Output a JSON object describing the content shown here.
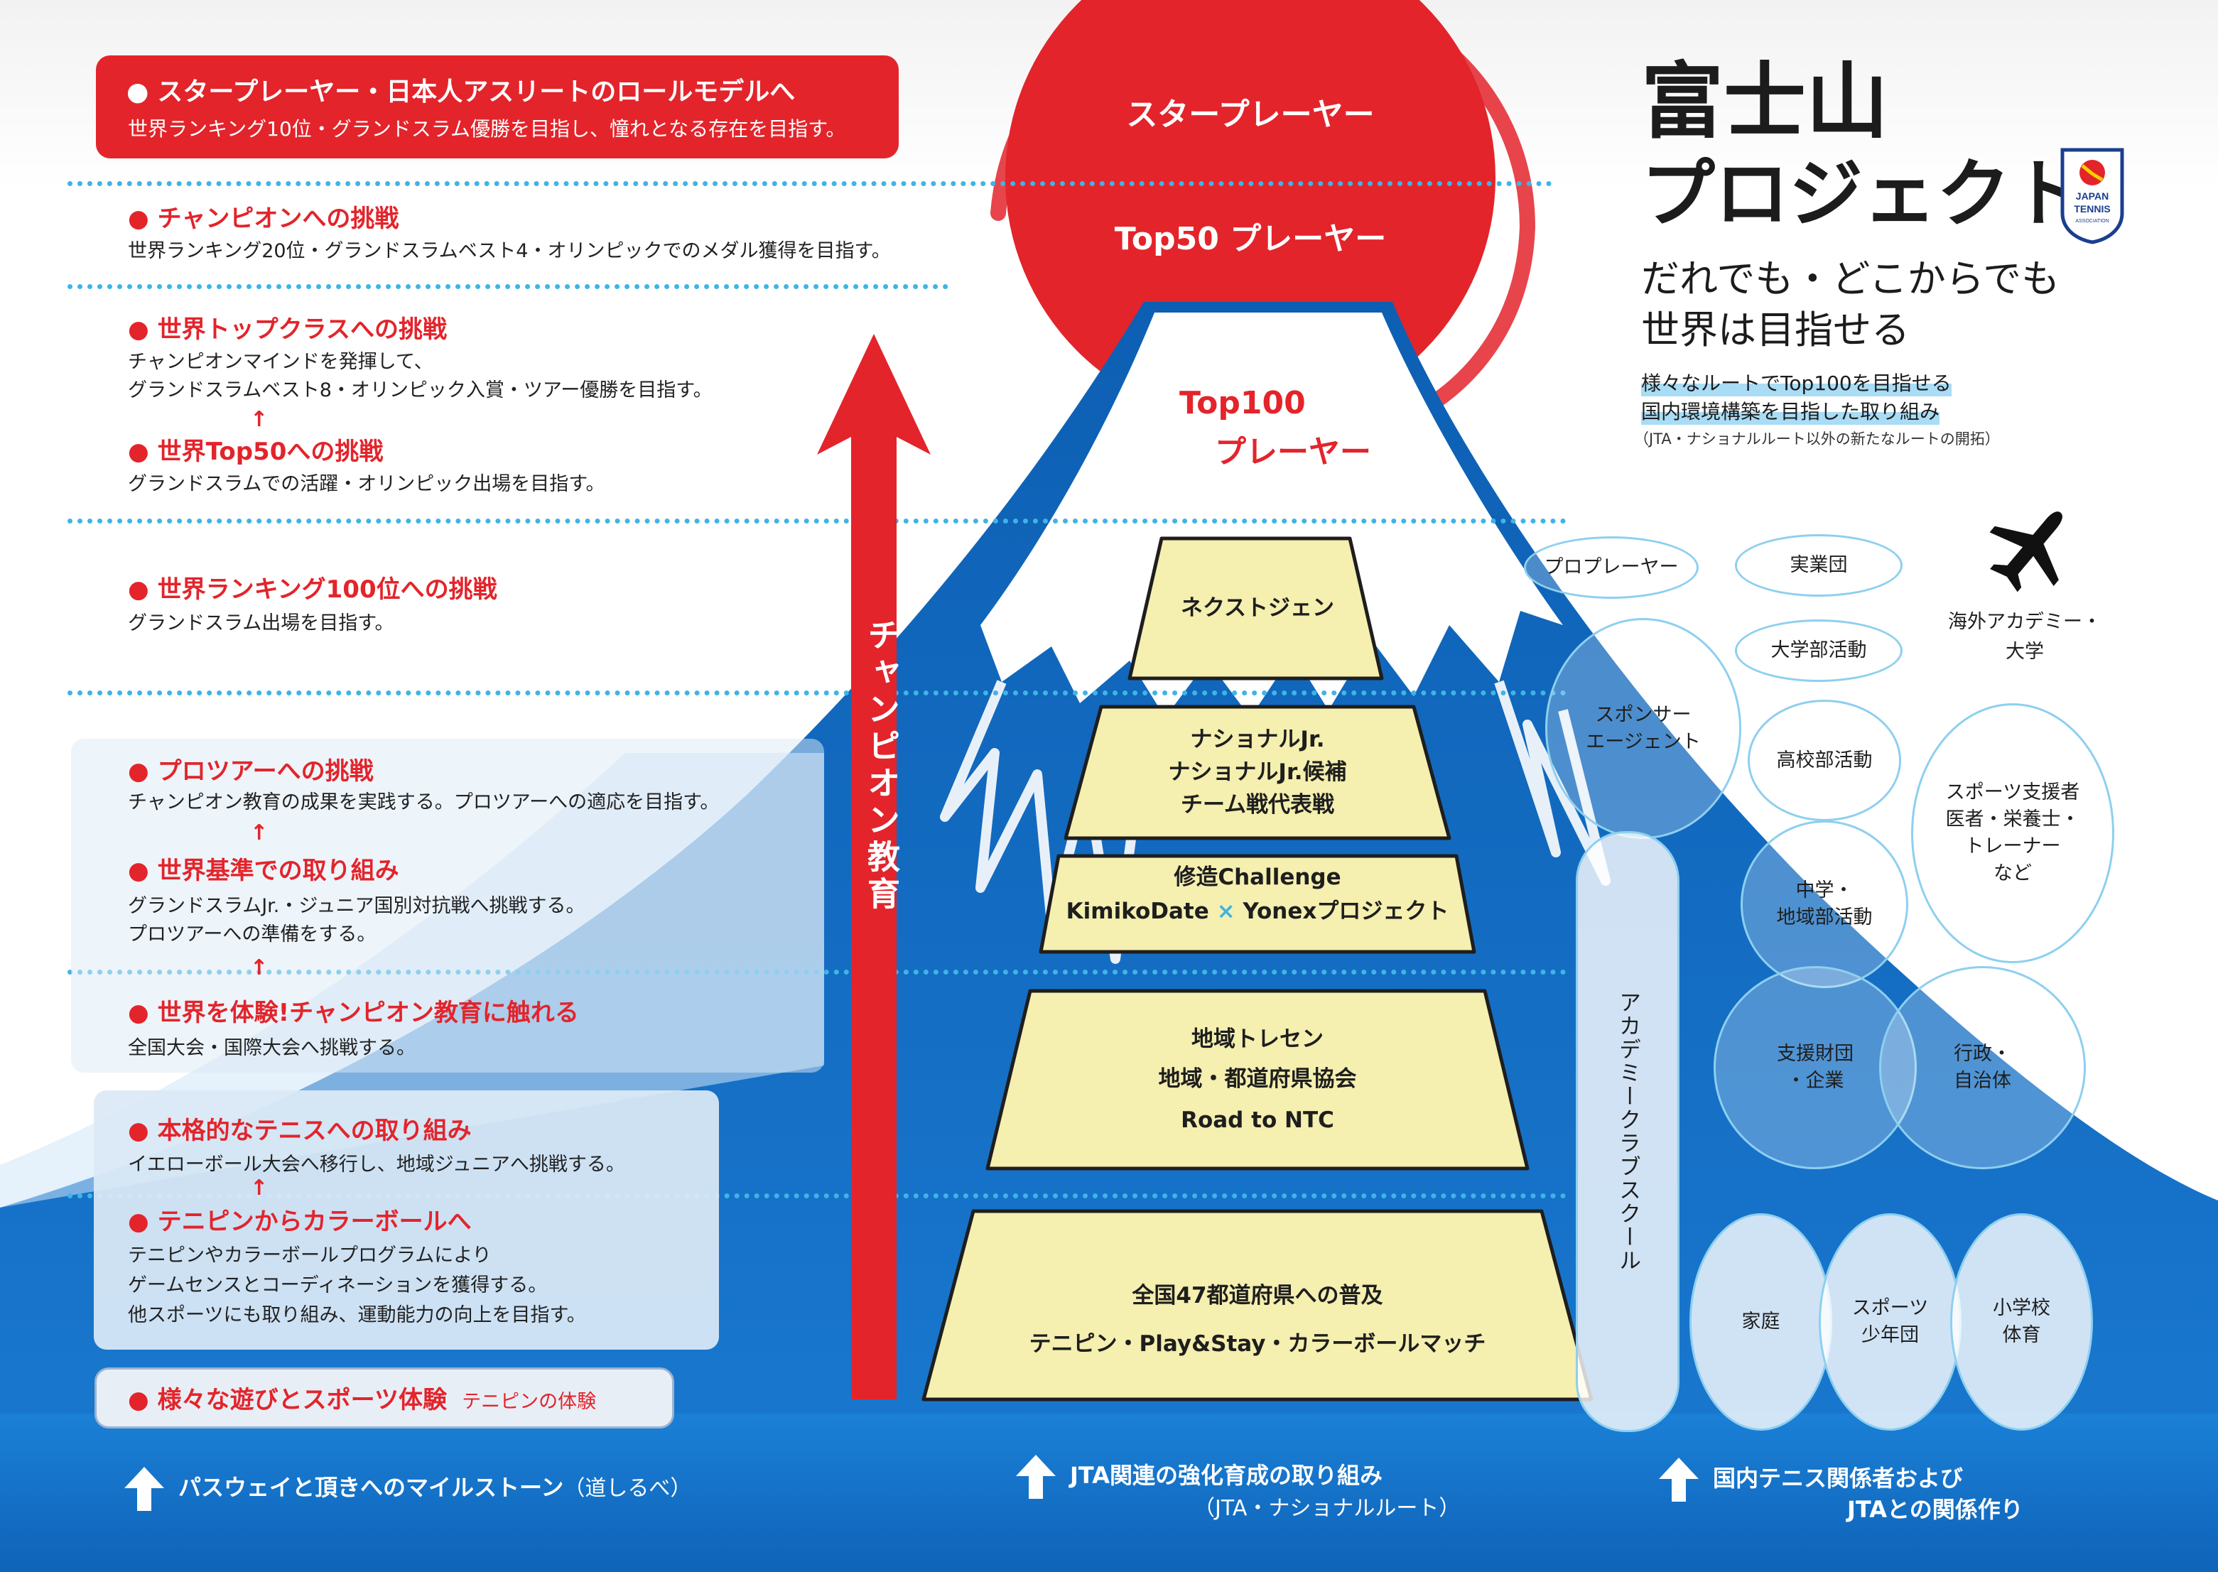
{
  "title": {
    "line1": "富士山",
    "line2": "プロジェクト",
    "subtitle_line1": "だれでも・どこからでも",
    "subtitle_line2": "世界は目指せる",
    "tagline_line1": "様々なルートでTop100を目指せる",
    "tagline_line2": "国内環境構築を目指した取り組み",
    "note": "（JTA・ナショナルルート以外の新たなルートの開拓）",
    "logo_text": [
      "JAPAN",
      "TENNIS",
      "ASSOCIATION"
    ]
  },
  "left": {
    "star_bullet": "スタープレーヤー・日本人アスリートのロールモデルへ",
    "star_desc": "世界ランキング10位・グランドスラム優勝を目指し、憧れとなる存在を目指す。",
    "champion_bullet": "チャンピオンへの挑戦",
    "champion_desc": "世界ランキング20位・グランドスラムベスト4・オリンピックでのメダル獲得を目指す。",
    "topclass_bullet": "世界トップクラスへの挑戦",
    "topclass_desc1": "チャンピオンマインドを発揮して、",
    "topclass_desc2": "グランドスラムベスト8・オリンピック入賞・ツアー優勝を目指す。",
    "top50_bullet": "世界Top50への挑戦",
    "top50_desc": "グランドスラムでの活躍・オリンピック出場を目指す。",
    "rank100_bullet": "世界ランキング100位への挑戦",
    "rank100_desc": "グランドスラム出場を目指す。",
    "protour_bullet": "プロツアーへの挑戦",
    "protour_desc": "チャンピオン教育の成果を実践する。プロツアーへの適応を目指す。",
    "worldstd_bullet": "世界基準での取り組み",
    "worldstd_desc1": "グランドスラムJr.・ジュニア国別対抗戦へ挑戦する。",
    "worldstd_desc2": "プロツアーへの準備をする。",
    "experience_bullet": "世界を体験!チャンピオン教育に触れる",
    "experience_desc": "全国大会・国際大会へ挑戦する。",
    "serious_bullet": "本格的なテニスへの取り組み",
    "serious_desc": "イエローボール大会へ移行し、地域ジュニアへ挑戦する。",
    "tenipin_bullet": "テニピンからカラーボールへ",
    "tenipin_desc1": "テニピンやカラーボールプログラムにより",
    "tenipin_desc2": "ゲームセンスとコーディネーションを獲得する。",
    "tenipin_desc3": "他スポーツにも取り組み、運動能力の向上を目指す。",
    "play_bullet": "様々な遊びとスポーツ体験",
    "play_sub": "テニピンの体験",
    "up_arrow": "↑"
  },
  "arrow_label": "チャンピオン教育",
  "sun": {
    "line1": "スタープレーヤー",
    "line2": "Top50 プレーヤー"
  },
  "top100": {
    "line1": "Top100",
    "line2": "プレーヤー"
  },
  "tiers": {
    "t1": "ネクストジェン",
    "t2_line1": "ナショナルJr.",
    "t2_line2": "ナショナルJr.候補",
    "t2_line3": "チーム戦代表戦",
    "t3_line1": "修造Challenge",
    "t3_kimiko": "KimikoDate",
    "t3_cross": "×",
    "t3_yonex": "Yonexプロジェクト",
    "t4_line1": "地域トレセン",
    "t4_line2": "地域・都道府県協会",
    "t4_line3": "Road to NTC",
    "t5_line1": "全国47都道府県への普及",
    "t5_line2": "テニピン・Play&Stay・カラーボールマッチ"
  },
  "bubbles": {
    "pro": "プロプレーヤー",
    "jitsugyo": "実業団",
    "overseas_line1": "海外アカデミー・",
    "overseas_line2": "大学",
    "university": "大学部活動",
    "sponsor_line1": "スポンサー",
    "sponsor_line2": "エージェント",
    "highschool": "高校部活動",
    "supporters_line1": "スポーツ支援者",
    "supporters_line2": "医者・栄養士・",
    "supporters_line3": "トレーナー",
    "supporters_line4": "など",
    "academy": "アカデミークラブスクール",
    "middle_line1": "中学・",
    "middle_line2": "地域部活動",
    "foundation_line1": "支援財団",
    "foundation_line2": "・企業",
    "gov_line1": "行政・",
    "gov_line2": "自治体",
    "family": "家庭",
    "sports_line1": "スポーツ",
    "sports_line2": "少年団",
    "elementary_line1": "小学校",
    "elementary_line2": "体育"
  },
  "milestones": {
    "left": "パスウェイと頂きへのマイルストーン",
    "left_paren": "（道しるべ）",
    "center_line1": "JTA関連の強化育成の取り組み",
    "center_line2": "（JTA・ナショナルルート）",
    "right_line1": "国内テニス関係者および",
    "right_line2": "JTAとの関係作り"
  },
  "colors": {
    "red": "#e3242b",
    "blue": "#0e6bbf",
    "light_blue": "#3fb4e6",
    "tier_yellow": "#f5efb0",
    "panel": "#dceaf6"
  }
}
